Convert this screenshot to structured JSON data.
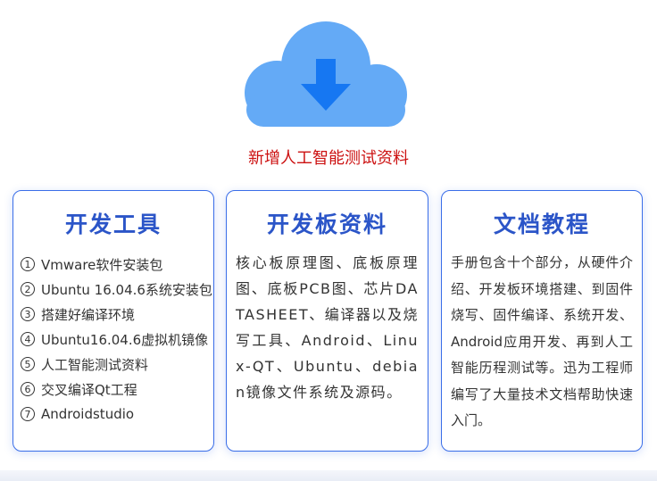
{
  "headline": "新增人工智能测试资料",
  "colors": {
    "accent": "#2b55c8",
    "border": "#3a6ee8",
    "cloud": "#64aaf6",
    "arrow": "#1677f2",
    "headline": "#cc1111"
  },
  "icons": {
    "download": "cloud-download-icon"
  },
  "cards": {
    "tools": {
      "title": "开发工具",
      "items": [
        {
          "num": "1",
          "label": "Vmware软件安装包"
        },
        {
          "num": "2",
          "label": "Ubuntu 16.04.6系统安装包"
        },
        {
          "num": "3",
          "label": "搭建好编译环境"
        },
        {
          "num": "4",
          "label": "Ubuntu16.04.6虚拟机镜像"
        },
        {
          "num": "5",
          "label": "人工智能测试资料"
        },
        {
          "num": "6",
          "label": "交叉编译Qt工程"
        },
        {
          "num": "7",
          "label": "Androidstudio"
        }
      ]
    },
    "board": {
      "title": "开发板资料",
      "body": "核心板原理图、底板原理图、底板PCB图、芯片DATASHEET、编译器以及烧写工具、Android、Linux-QT、Ubuntu、debian镜像文件系统及源码。"
    },
    "docs": {
      "title": "文档教程",
      "body": "手册包含十个部分，从硬件介绍、开发板环境搭建、到固件烧写、固件编译、系统开发、Android应用开发、再到人工智能历程测试等。迅为工程师编写了大量技术文档帮助快速入门。"
    }
  }
}
